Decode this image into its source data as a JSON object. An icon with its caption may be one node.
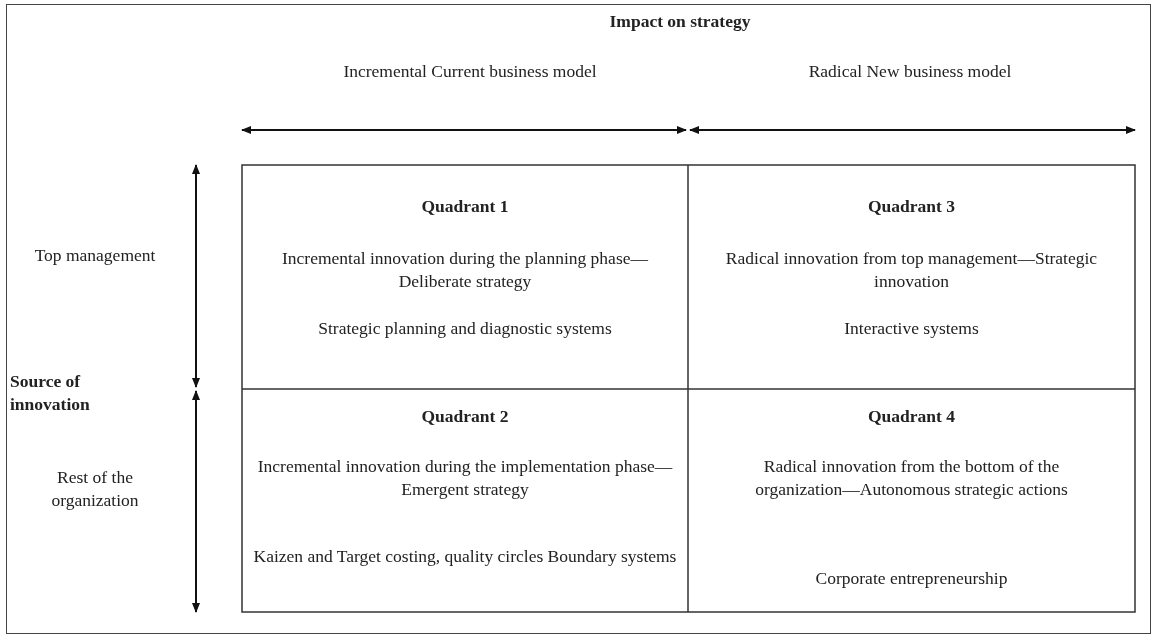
{
  "diagram": {
    "nodes": [
      {
        "text": [
          "Quadrant 1",
          "Incremental innovation during the planning phase—Deliberate strategy",
          "Strategic planning and diagnostic systems"
        ]
      },
      {
        "text": [
          "Quadrant 3",
          "Radical innovation from top management—Strategic innovation",
          "Interactive systems"
        ]
      },
      {
        "text": [
          "Quadrant 2",
          "Incremental innovation during the implementation phase—Emergent strategy",
          "Kaizen and Target costing, quality circles Boundary systems"
        ]
      },
      {
        "text": [
          "Quadrant 4",
          "Radical innovation from the bottom of the organization—Autonomous strategic actions",
          "Corporate entrepreneurship"
        ]
      }
    ],
    "labels": [
      "Impact on strategy",
      "Incremental Current business model",
      "Radical New business model",
      "Top management",
      "Source of innovation",
      "Rest of the organization"
    ]
  }
}
